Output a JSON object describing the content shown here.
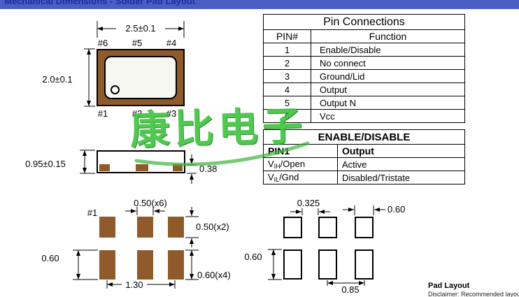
{
  "header": {
    "title": "Mechanical Dimensions - Solder Pad Layout"
  },
  "watermark": {
    "text": "康比电子"
  },
  "package": {
    "top_width": "2.5±0.1",
    "left_height": "2.0±0.1",
    "pins_top": [
      "#6",
      "#5",
      "#4"
    ],
    "pins_bottom": [
      "#1",
      "#2",
      "#3"
    ]
  },
  "side_view": {
    "height": "0.95±0.15",
    "pad_height": "0.38"
  },
  "pad_left": {
    "pad_width": "0.50(x6)",
    "pin1": "#1",
    "top_pad_height": "0.50(x2)",
    "left_pad_height": "0.60",
    "bottom_pad_height": "0.60(x4)",
    "pitch": "1.30"
  },
  "pad_right": {
    "gap": "0.325",
    "pad_width": "0.60",
    "pad_height": "0.60",
    "pitch": "0.85"
  },
  "pin_table": {
    "title": "Pin Connections",
    "col1": "PIN#",
    "col2": "Function",
    "rows": [
      {
        "pin": "1",
        "fn": "Enable/Disable"
      },
      {
        "pin": "2",
        "fn": "No connect"
      },
      {
        "pin": "3",
        "fn": "Ground/Lid"
      },
      {
        "pin": "4",
        "fn": "Output"
      },
      {
        "pin": "5",
        "fn": "Output N"
      },
      {
        "pin": "6",
        "fn": "Vcc"
      }
    ]
  },
  "ed_table": {
    "title": "ENABLE/DISABLE",
    "col1": "PIN1",
    "col2": "Output",
    "rows": [
      {
        "pin_pre": "V",
        "pin_sub": "IH",
        "pin_post": "/Open",
        "out": "Active"
      },
      {
        "pin_pre": "V",
        "pin_sub": "IL",
        "pin_post": "/Gnd",
        "out": "Disabled/Tristate"
      }
    ]
  },
  "footer": {
    "title": "Pad Layout",
    "disclaimer": "Disclaimer: Recommended layout"
  },
  "colors": {
    "pad_brown": "#8F5B2B",
    "watermark_green": "#3DC43D",
    "header_blue": "#4A5FC4"
  }
}
